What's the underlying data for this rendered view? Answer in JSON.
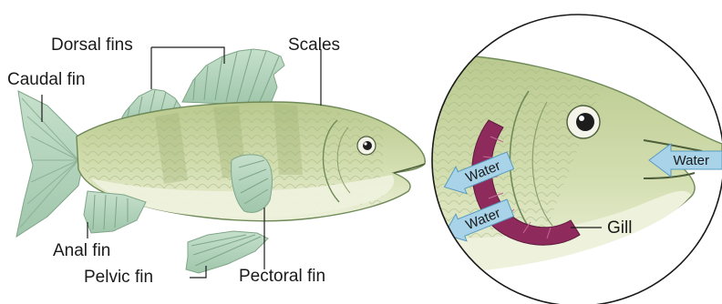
{
  "labels": {
    "dorsal_fins": "Dorsal fins",
    "scales": "Scales",
    "caudal_fin": "Caudal fin",
    "anal_fin": "Anal fin",
    "pelvic_fin": "Pelvic fin",
    "pectoral_fin": "Pectoral fin",
    "gill": "Gill"
  },
  "arrows": {
    "water_in": "Water",
    "water_out_upper": "Water",
    "water_out_lower": "Water"
  },
  "colors": {
    "body": "#cfdca9",
    "belly": "#eef1dc",
    "fin": "#b7d6c0",
    "gill": "#8e2a5c",
    "arrow": "#a8d3e8"
  }
}
